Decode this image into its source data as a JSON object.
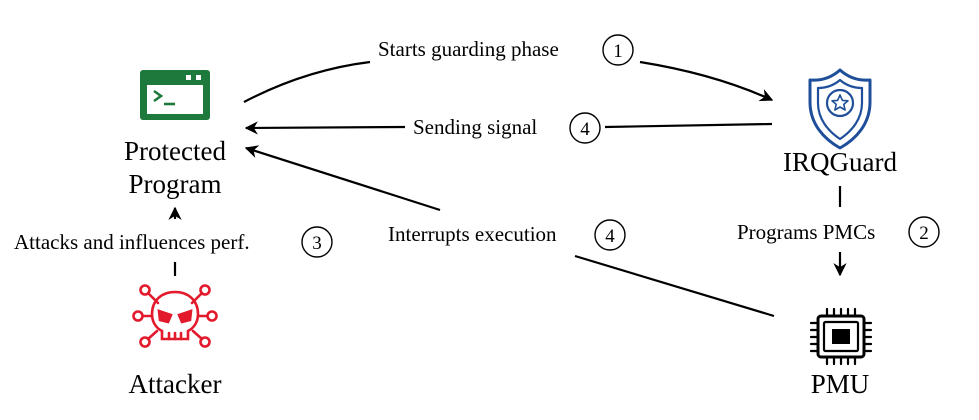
{
  "nodes": {
    "protected_program": {
      "line1": "Protected",
      "line2": "Program",
      "icon": "terminal-window-icon",
      "color": "#1e7a3c"
    },
    "irqguard": {
      "label": "IRQGuard",
      "icon": "shield-star-icon",
      "color": "#1f4f9a"
    },
    "attacker": {
      "label": "Attacker",
      "icon": "skull-circuit-icon",
      "color": "#e3192c"
    },
    "pmu": {
      "label": "PMU",
      "icon": "chip-icon",
      "color": "#000000"
    }
  },
  "edges": {
    "starts_guarding": {
      "label": "Starts guarding phase",
      "step": "1"
    },
    "sending_signal": {
      "label": "Sending signal",
      "step": "4"
    },
    "interrupts_execution": {
      "label": "Interrupts execution",
      "step": "4"
    },
    "programs_pmcs": {
      "label": "Programs PMCs",
      "step": "2"
    },
    "attacks": {
      "label": "Attacks and influences perf.",
      "step": "3"
    }
  }
}
